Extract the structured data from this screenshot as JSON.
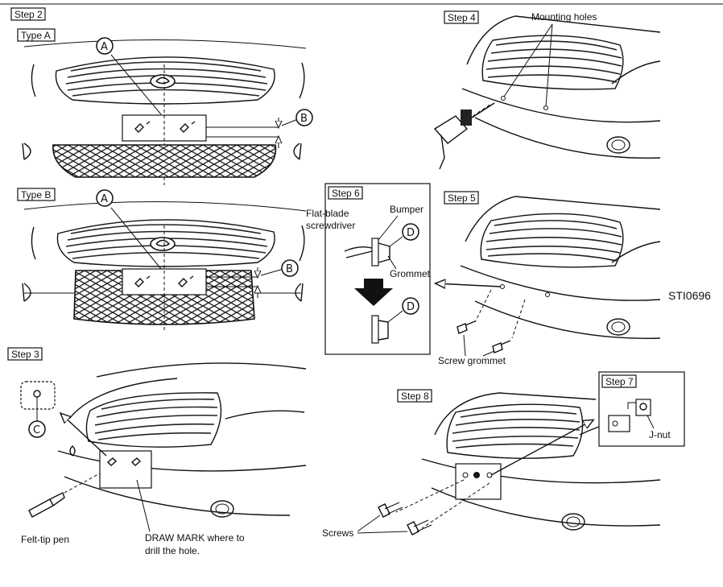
{
  "figure_id": "STI0696",
  "steps": {
    "step2": "Step 2",
    "type_a": "Type A",
    "type_b": "Type B",
    "step3": "Step 3",
    "step4": "Step 4",
    "step5": "Step 5",
    "step6": "Step 6",
    "step7": "Step 7",
    "step8": "Step 8"
  },
  "refs": {
    "a": "A",
    "b": "B",
    "c": "C",
    "d": "D"
  },
  "labels": {
    "mounting_holes": "Mounting holes",
    "flat_blade_1": "Flat-blade",
    "flat_blade_2": "screwdriver",
    "bumper": "Bumper",
    "grommet": "Grommet",
    "screw_grommet": "Screw grommet",
    "felt_tip_pen": "Felt-tip pen",
    "draw_mark_1": "DRAW MARK where to",
    "draw_mark_2": "drill the hole.",
    "screws": "Screws",
    "j_nut": "J-nut"
  }
}
